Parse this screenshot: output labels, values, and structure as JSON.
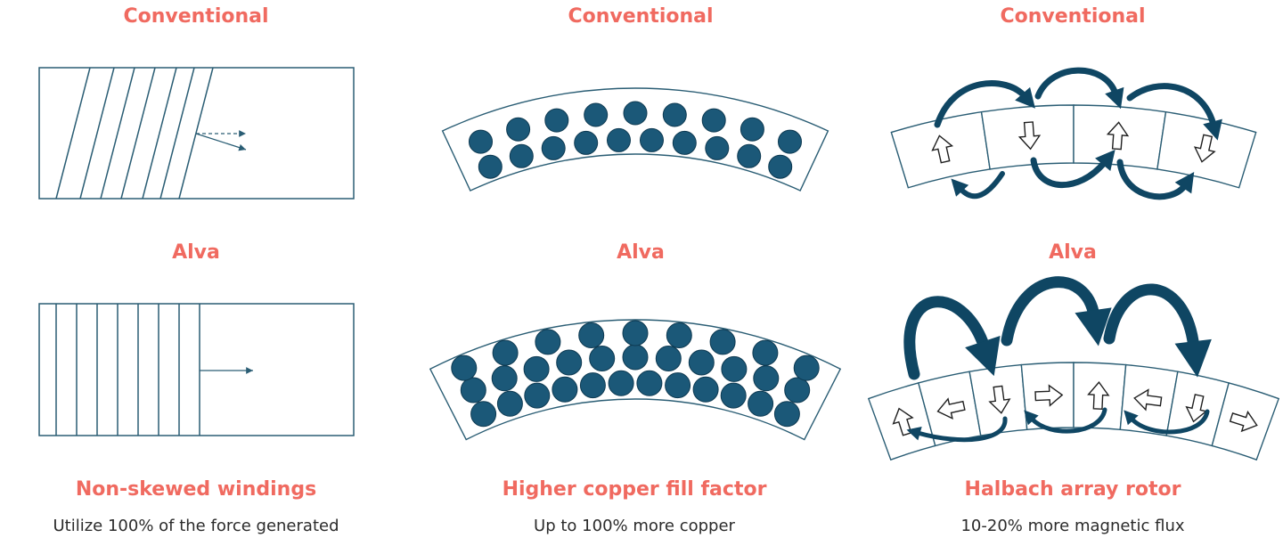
{
  "columns": [
    {
      "top_label": "Conventional",
      "bottom_label": "Alva",
      "title": "Non-skewed windings",
      "caption": "Utilize 100% of the force generated"
    },
    {
      "top_label": "Conventional",
      "bottom_label": "Alva",
      "title": "Higher copper fill factor",
      "caption": "Up to 100% more copper"
    },
    {
      "top_label": "Conventional",
      "bottom_label": "Alva",
      "title": "Halbach array rotor",
      "caption": "10-20% more magnetic flux"
    }
  ],
  "colors": {
    "accent": "#f06a60",
    "stroke": "#2a5d74",
    "fill": "#1b5878",
    "text": "#2b2b2b"
  },
  "halbach": {
    "conventional_arrows": [
      "up",
      "down",
      "up",
      "down"
    ],
    "alva_arrows": [
      "up",
      "left",
      "down",
      "right",
      "up",
      "left",
      "down",
      "right"
    ]
  }
}
